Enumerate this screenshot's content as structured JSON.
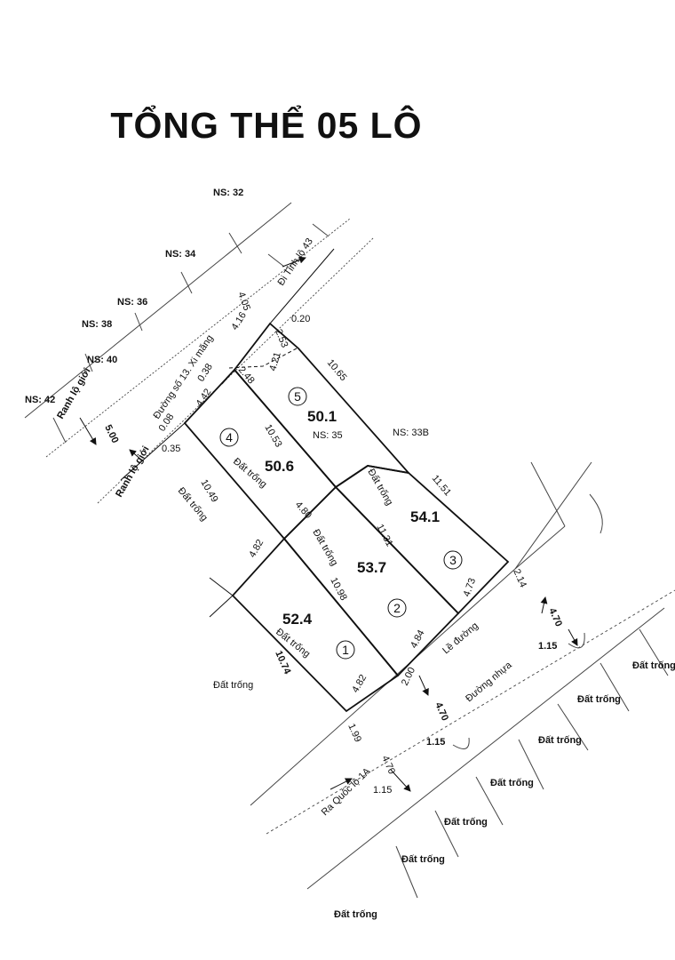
{
  "title": "TỔNG THỂ 05 LÔ",
  "plots": [
    {
      "id": "1",
      "area": "52.4",
      "status": "Đất trống"
    },
    {
      "id": "2",
      "area": "53.7",
      "status": "Đất trống"
    },
    {
      "id": "3",
      "area": "54.1",
      "status": "Đất trống"
    },
    {
      "id": "4",
      "area": "50.6",
      "status": "Đất trống"
    },
    {
      "id": "5",
      "area": "50.1",
      "status": "NS: 35"
    }
  ],
  "house_numbers": [
    "NS: 32",
    "NS: 34",
    "NS: 36",
    "NS: 38",
    "NS: 40",
    "NS: 42",
    "NS: 33B"
  ],
  "roads": {
    "alley": "Đường số 13. Xi măng",
    "to_provincial": "Đi Tỉnh lộ 43",
    "to_highway": "Ra Quốc lộ 1A",
    "asphalt": "Đường nhựa",
    "sidewalk": "Lề đường",
    "boundary": "Ranh lộ giới"
  },
  "empty_land": "Đất trống",
  "dimensions": {
    "d405": "4.05",
    "d020": "0.20",
    "d253": "2.53",
    "d416": "4.16",
    "d038": "0.38",
    "d248": "2.48",
    "d421": "4.21",
    "d1065": "10.65",
    "d442": "4.42",
    "d008": "0.08",
    "d500": "5.00",
    "d035": "0.35",
    "d1053": "10.53",
    "d1049": "10.49",
    "d480": "4.80",
    "d1151": "11.51",
    "d1131": "11.31",
    "d482a": "4.82",
    "d1098": "10.98",
    "d473": "4.73",
    "d214": "2.14",
    "d470a": "4.70",
    "d115a": "1.15",
    "d484": "4.84",
    "d1074": "10.74",
    "d482b": "4.82",
    "d200": "2.00",
    "d470b": "4.70",
    "d115b": "1.15",
    "d199": "1.99",
    "d470c": "4.70",
    "d115c": "1.15"
  }
}
